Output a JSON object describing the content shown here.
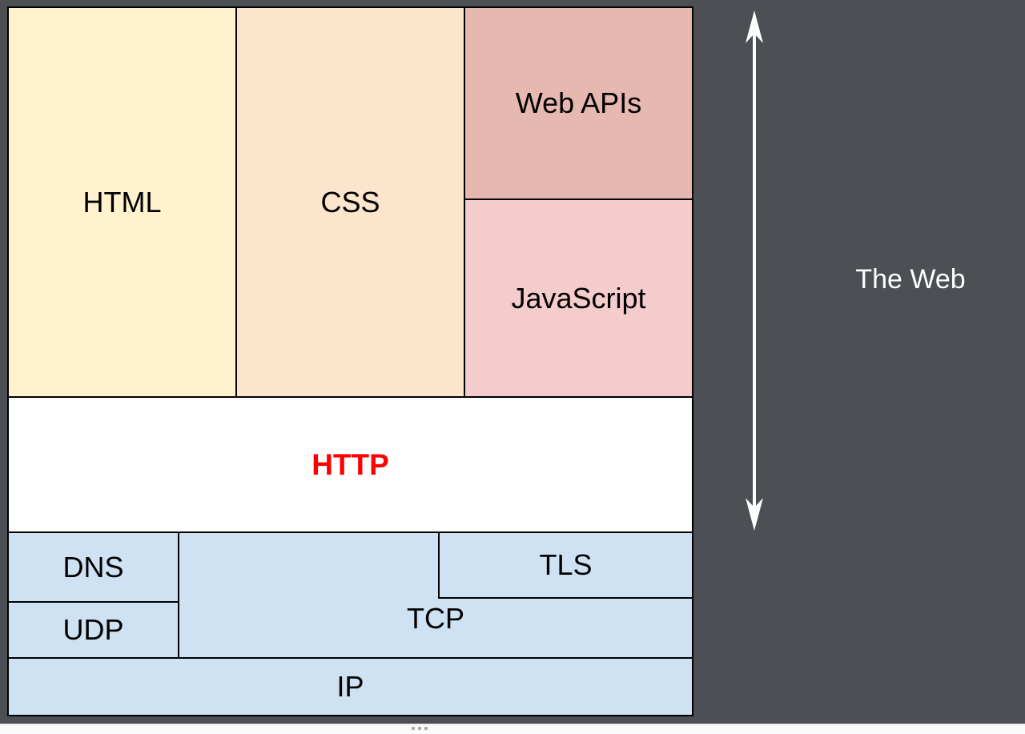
{
  "app": {
    "canvas_background": "#4C4F54",
    "bottom_bar": {
      "background": "#FAFAFA",
      "resize_dots_icon": "three-dots"
    }
  },
  "annotation": {
    "label": "The Web",
    "color": "#FFFFFF",
    "arrow_icon": "double-headed-vertical-arrow",
    "arrow_color": "#FFFFFF"
  },
  "diagram": {
    "border_color": "#000000",
    "boxes": {
      "html": {
        "label": "HTML",
        "fill": "#FFF2CC",
        "text_color": "#000000"
      },
      "css": {
        "label": "CSS",
        "fill": "#FCE5CD",
        "text_color": "#000000"
      },
      "web_apis": {
        "label": "Web APIs",
        "fill": "#E6B8AF",
        "text_color": "#000000"
      },
      "javascript": {
        "label": "JavaScript",
        "fill": "#F4CCCC",
        "text_color": "#000000"
      },
      "http": {
        "label": "HTTP",
        "fill": "#FFFFFF",
        "text_color": "#FF0000"
      },
      "dns": {
        "label": "DNS",
        "fill": "#CFE2F3",
        "text_color": "#000000"
      },
      "udp": {
        "label": "UDP",
        "fill": "#CFE2F3",
        "text_color": "#000000"
      },
      "tcp": {
        "label": "TCP",
        "fill": "#CFE2F3",
        "text_color": "#000000"
      },
      "tls": {
        "label": "TLS",
        "fill": "#CFE2F3",
        "text_color": "#000000"
      },
      "ip": {
        "label": "IP",
        "fill": "#CFE2F3",
        "text_color": "#000000"
      }
    }
  }
}
